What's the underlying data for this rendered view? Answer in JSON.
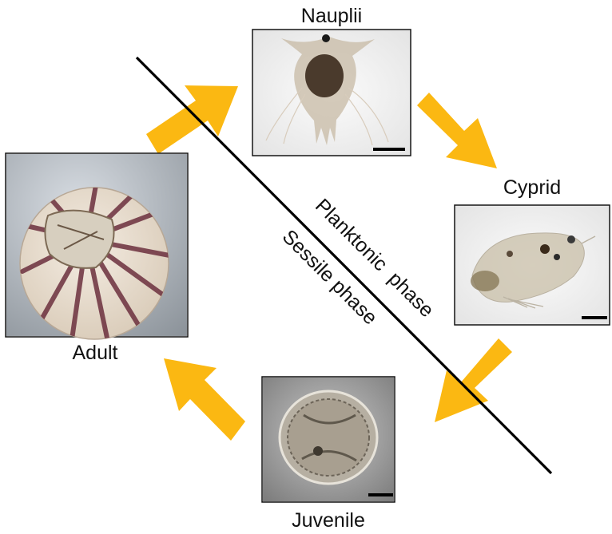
{
  "labels": {
    "nauplii": "Nauplii",
    "cyprid": "Cyprid",
    "juvenile": "Juvenile",
    "adult": "Adult"
  },
  "phases": {
    "planktonic": "Planktonic  phase",
    "sessile": "Sessile phase"
  },
  "colors": {
    "arrow": "#fbb812",
    "divider": "#000000",
    "photo_bg_light": "#f2f2f2",
    "photo_bg_dark": "#8f8f8f",
    "shell_base": "#e8ddd0",
    "shell_stripe": "#6b2f3e"
  },
  "icons": {
    "arrow": "block-arrow-icon",
    "scale_bar": "scale-bar-icon"
  }
}
